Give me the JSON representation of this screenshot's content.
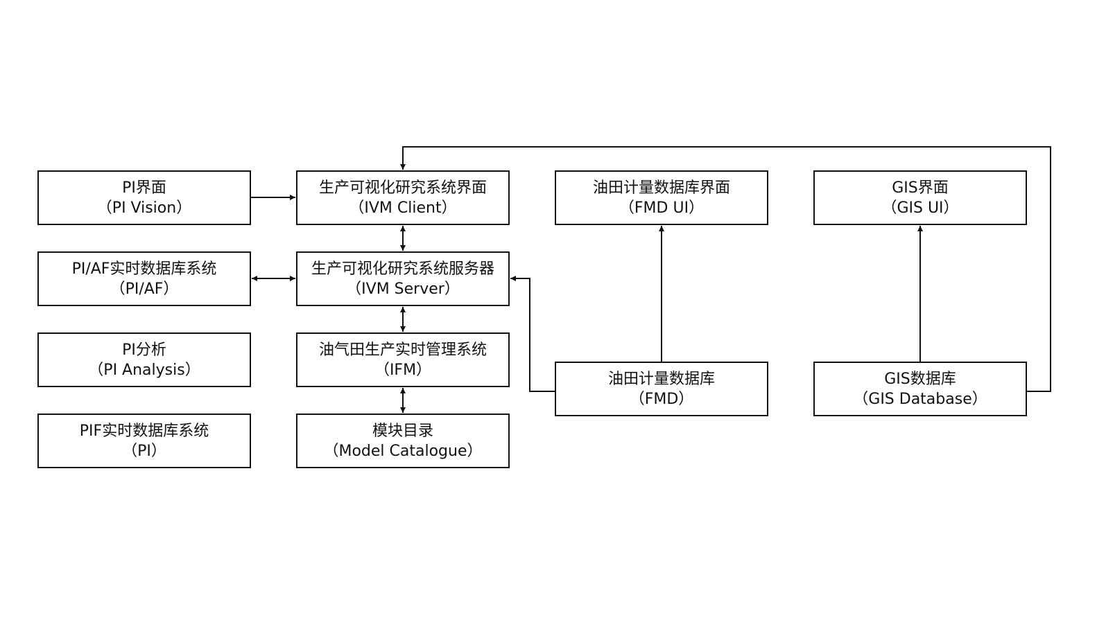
{
  "nodes": {
    "pi_vision": {
      "title": "PI界面",
      "subtitle": "（PI Vision）"
    },
    "pi_af": {
      "title": "PI/AF实时数据库系统",
      "subtitle": "（PI/AF）"
    },
    "pi_analysis": {
      "title": "PI分析",
      "subtitle": "（PI Analysis）"
    },
    "pi": {
      "title": "PIF实时数据库系统",
      "subtitle": "（PI）"
    },
    "ivm_client": {
      "title": "生产可视化研究系统界面",
      "subtitle": "（IVM Client）"
    },
    "ivm_server": {
      "title": "生产可视化研究系统服务器",
      "subtitle": "（IVM Server）"
    },
    "ifm": {
      "title": "油气田生产实时管理系统",
      "subtitle": "（IFM）"
    },
    "catalogue": {
      "title": "模块目录",
      "subtitle": "（Model Catalogue）"
    },
    "fmd_ui": {
      "title": "油田计量数据库界面",
      "subtitle": "（FMD UI）"
    },
    "fmd": {
      "title": "油田计量数据库",
      "subtitle": "（FMD）"
    },
    "gis_ui": {
      "title": "GIS界面",
      "subtitle": "（GIS UI）"
    },
    "gis_db": {
      "title": "GIS数据库",
      "subtitle": "（GIS Database）"
    }
  },
  "edges": [
    {
      "from": "pi_vision",
      "to": "ivm_client",
      "direction": "forward"
    },
    {
      "from": "pi_af",
      "to": "ivm_server",
      "direction": "bidirectional"
    },
    {
      "from": "ivm_client",
      "to": "ivm_server",
      "direction": "bidirectional"
    },
    {
      "from": "ivm_server",
      "to": "ifm",
      "direction": "bidirectional"
    },
    {
      "from": "ifm",
      "to": "catalogue",
      "direction": "bidirectional"
    },
    {
      "from": "fmd",
      "to": "ivm_server",
      "direction": "forward"
    },
    {
      "from": "fmd",
      "to": "fmd_ui",
      "direction": "forward"
    },
    {
      "from": "gis_db",
      "to": "gis_ui",
      "direction": "forward"
    },
    {
      "from": "gis_db",
      "to": "ivm_client",
      "direction": "forward"
    }
  ],
  "colors": {
    "stroke": "#111111",
    "background": "#ffffff"
  }
}
